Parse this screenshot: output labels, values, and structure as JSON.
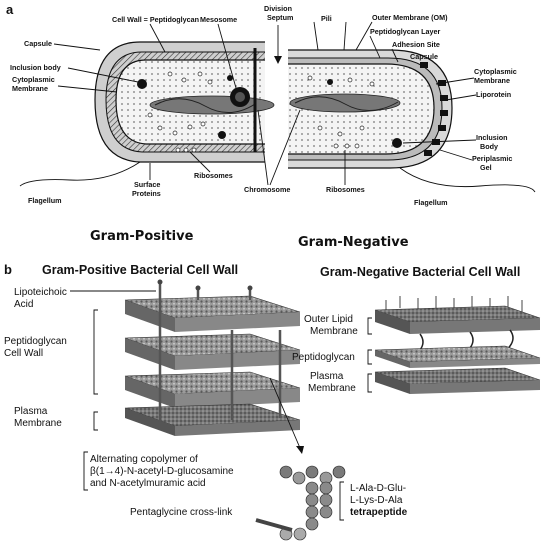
{
  "panel_a": {
    "letter": "a",
    "labels": {
      "cell_wall": "Cell Wall = Peptidoglycan",
      "mesosome": "Mesosome",
      "division_septum": [
        "Division",
        "Septum"
      ],
      "pili": "Pili",
      "outer_membrane": "Outer Membrane (OM)",
      "capsule_left": "Capsule",
      "peptidoglycan_layer": "Peptidoglycan Layer",
      "adhesion_site": "Adhesion Site",
      "capsule_right": "Capsule",
      "inclusion_body_left": "Inclusion body",
      "cytoplasmic_membrane_left": [
        "Cytoplasmic",
        "Membrane"
      ],
      "cytoplasmic_membrane_right": [
        "Cytoplasmic",
        "Membrane"
      ],
      "liporotein": "Liporotein",
      "inclusion_body_right": [
        "Inclusion",
        "Body"
      ],
      "periplasmic_gel": [
        "Periplasmic",
        "Gel"
      ],
      "flagellum_left": "Flagellum",
      "surface_proteins": [
        "Surface",
        "Proteins"
      ],
      "ribosomes_left": "Ribosomes",
      "chromosome": "Chromosome",
      "ribosomes_right": "Ribosomes",
      "flagellum_right": "Flagellum"
    },
    "gram_positive": "Gram-Positive",
    "gram_negative": "Gram-Negative"
  },
  "panel_b": {
    "letter": "b",
    "title_left": "Gram-Positive Bacterial Cell Wall",
    "title_right": "Gram-Negative Bacterial Cell Wall",
    "labels": {
      "lipoteichoic": [
        "Lipoteichoic",
        "Acid"
      ],
      "peptidoglycan_wall": [
        "Peptidoglycan",
        "Cell Wall"
      ],
      "plasma_left": [
        "Plasma",
        "Membrane"
      ],
      "outer_lipid": [
        "Outer Lipid",
        "Membrane"
      ],
      "peptidoglycan_right": "Peptidoglycan",
      "plasma_right": [
        "Plasma",
        "Membrane"
      ],
      "copolymer": [
        "Alternating copolymer of",
        "β(1→4)-N-acetyl-D-glucosamine",
        "and N-acetylmuramic acid"
      ],
      "pentaglycine": "Pentaglycine cross-link",
      "tetrapeptide": [
        "L-Ala-D-Glu-",
        "L-Lys-D-Ala",
        "tetrapeptide"
      ]
    }
  }
}
